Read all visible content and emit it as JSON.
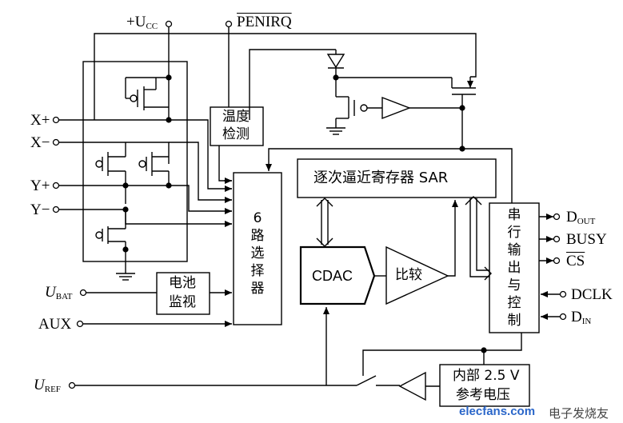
{
  "pins": {
    "vcc": "+U",
    "vcc_sub": "CC",
    "penirq": "PENIRQ",
    "x_plus": "X+",
    "x_minus": "X−",
    "y_plus": "Y+",
    "y_minus": "Y−",
    "ubat": "U",
    "ubat_sub": "BAT",
    "aux": "AUX",
    "uref": "U",
    "uref_sub": "REF",
    "dout": "D",
    "dout_sub": "OUT",
    "busy": "BUSY",
    "cs": "CS",
    "dclk": "DCLK",
    "din": "D",
    "din_sub": "IN"
  },
  "blocks": {
    "temp_detect_line1": "温度",
    "temp_detect_line2": "检测",
    "mux": "6路选择器",
    "sar": "逐次逼近寄存器 SAR",
    "battery_line1": "电池",
    "battery_line2": "监视",
    "cdac": "CDAC",
    "comparator": "比较",
    "serial": "串行输出与控制",
    "ref_line1": "内部 2.5 V",
    "ref_line2": "参考电压"
  },
  "watermark": {
    "site": "elecfans.com",
    "name": "电子发烧友"
  },
  "colors": {
    "line": "#000000",
    "watermark_site": "#2a66c9",
    "watermark_name": "#444444"
  }
}
